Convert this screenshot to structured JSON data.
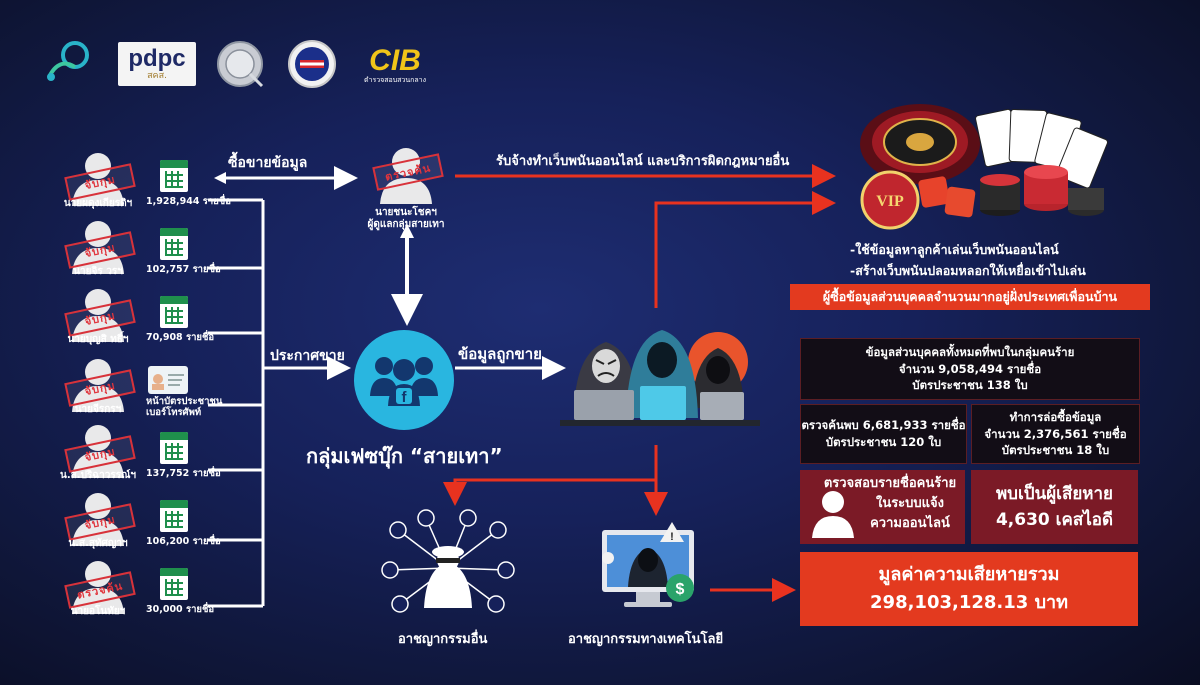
{
  "logos": {
    "pdpc_text": "pdpc",
    "pdpc_sub": "สคส.",
    "cib_text": "CIB",
    "cib_sub": "ตำรวจสอบสวนกลาง"
  },
  "colors": {
    "arrow_red": "#e8321f",
    "arrow_white": "#ffffff",
    "fb_blue": "#29b6e0",
    "box_red": "#7b1a26",
    "loss_red": "#e33a1f"
  },
  "sellers": [
    {
      "name": "นายผดุงเกียรติฯ",
      "stamp": "จับกุม",
      "count": "1,928,944 รายชื่อ",
      "icon": "spreadsheet-icon"
    },
    {
      "name": "นายจิร วรฯ",
      "stamp": "จับกุม",
      "count": "102,757 รายชื่อ",
      "icon": "spreadsheet-icon"
    },
    {
      "name": "นายบุญสิ ทธิ์ฯ",
      "stamp": "จับกุม",
      "count": "70,908 รายชื่อ",
      "icon": "spreadsheet-icon"
    },
    {
      "name": "นายจีรกรฯ",
      "stamp": "จับกุม",
      "count": "หน้าบัตรประชาชน\nเบอร์โทรศัพท์",
      "icon": "id-card-icon"
    },
    {
      "name": "น.ส.ปริฉาวรรณ์ฯ",
      "stamp": "จับกุม",
      "count": "137,752 รายชื่อ",
      "icon": "spreadsheet-icon"
    },
    {
      "name": "น.ส.สุทัศญาฯ",
      "stamp": "จับกุม",
      "count": "106,200 รายชื่อ",
      "icon": "spreadsheet-icon"
    },
    {
      "name": "นายอโนทัยฯ",
      "stamp": "ตรวจค้น",
      "count": "30,000 รายชื่อ",
      "icon": "spreadsheet-icon"
    }
  ],
  "admin": {
    "stamp": "ตรวจค้น",
    "name": "นายชนะโชคฯ",
    "role": "ผู้ดูแลกลุ่มสายเทา"
  },
  "labels": {
    "buy_sell": "ซื้อขายข้อมูล",
    "hired": "รับจ้างทำเว็บพนันออนไลน์ และบริการผิดกฎหมายอื่น",
    "announce": "ประกาศขาย",
    "data_sold": "ข้อมูลถูกขาย",
    "fb_group": "กลุ่มเฟซบุ๊ก “สายเทา”",
    "crime_other": "อาชญากรรมอื่น",
    "crime_tech": "อาชญากรรมทางเทคโนโลยี",
    "use1": "-ใช้ข้อมูลหาลูกค้าเล่นเว็บพนันออนไลน์",
    "use2": "-สร้างเว็บพนันปลอมหลอกให้เหยื่อเข้าไปเล่น",
    "buyers": "ผู้ซื้อข้อมูลส่วนบุคคลจำนวนมากอยู่ฝั่งประเทศเพื่อนบ้าน"
  },
  "stats": {
    "total_l1": "ข้อมูลส่วนบุคคลทั้งหมดที่พบในกลุ่มคนร้าย",
    "total_l2": "จำนวน 9,058,494 รายชื่อ",
    "total_l3": "บัตรประชาชน 138 ใบ",
    "found_l1": "ตรวจค้นพบ 6,681,933 รายชื่อ",
    "found_l2": "บัตรประชาชน 120 ใบ",
    "sting_l1": "ทำการล่อซื้อข้อมูล",
    "sting_l2": "จำนวน 2,376,561 รายชื่อ",
    "sting_l3": "บัตรประชาชน 18 ใบ",
    "check_l1": "ตรวจสอบรายชื่อคนร้าย",
    "check_l2": "ในระบบแจ้ง",
    "check_l3": "ความออนไลน์",
    "victims_l1": "พบเป็นผู้เสียหาย",
    "victims_l2": "4,630 เคสไอดี",
    "loss_l1": "มูลค่าความเสียหายรวม",
    "loss_l2": "298,103,128.13 บาท"
  }
}
